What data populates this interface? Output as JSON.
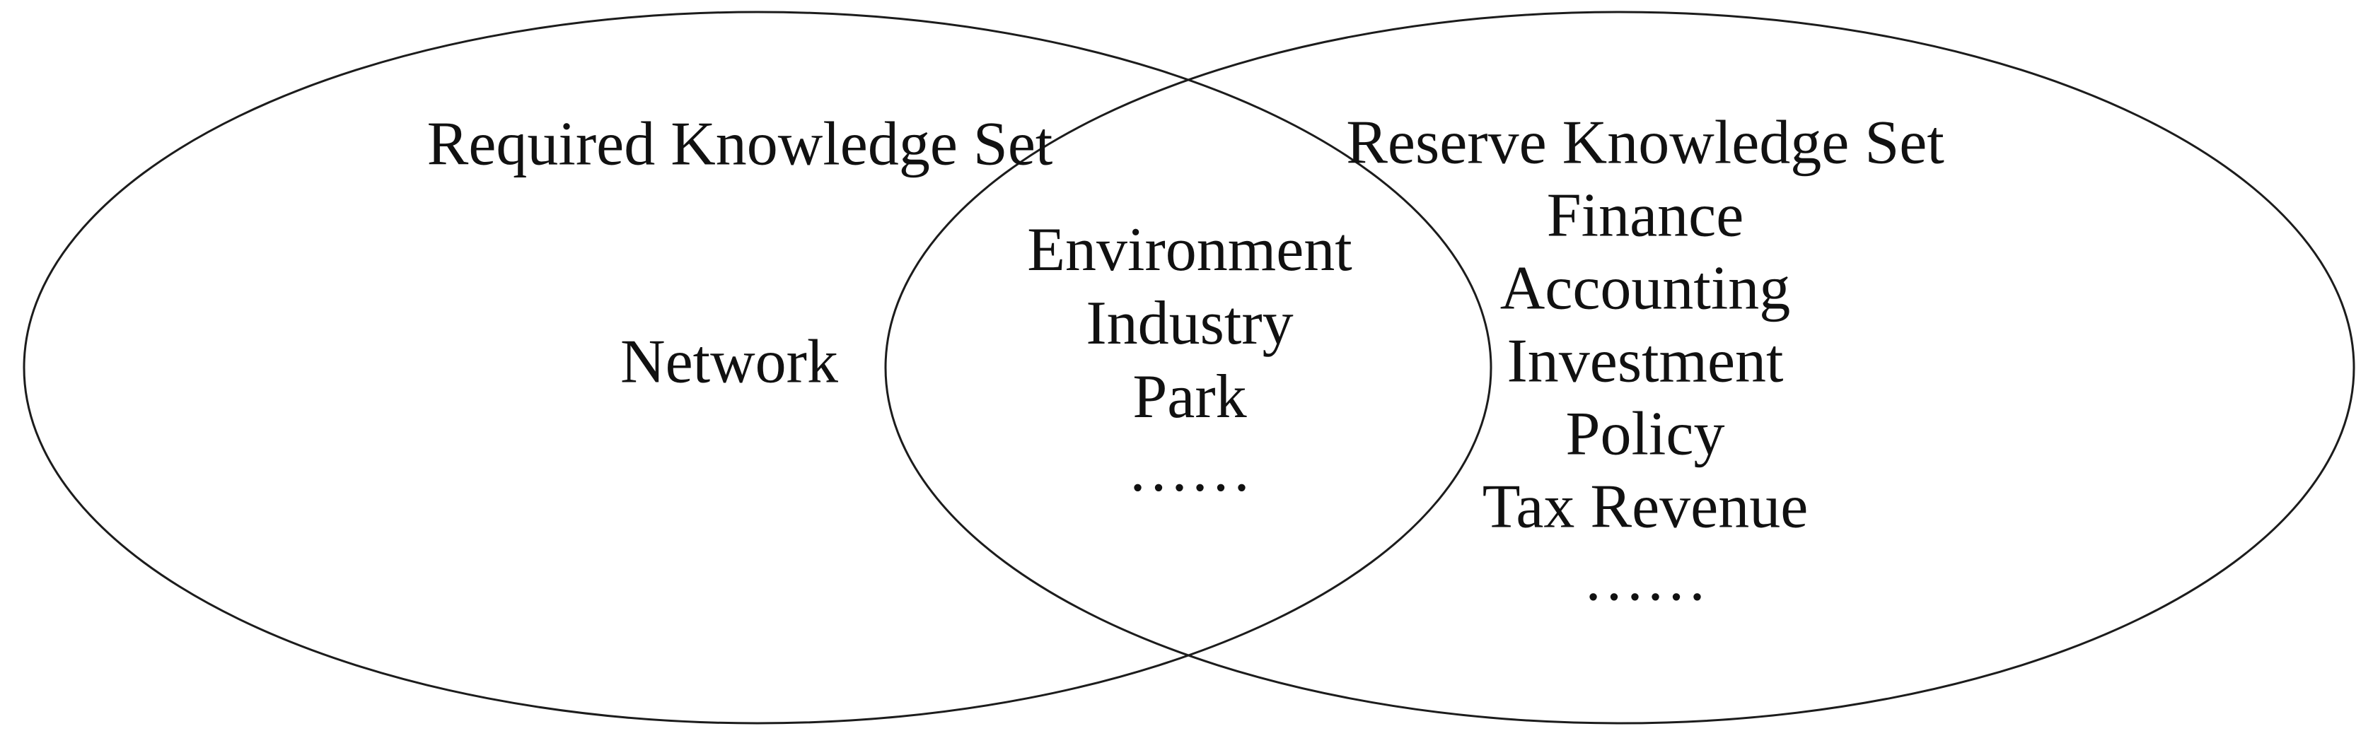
{
  "diagram": {
    "type": "venn",
    "background_color": "#ffffff",
    "outline_color": "#1c1c1c",
    "text_color": "#111111",
    "left_set": {
      "label": "Required Knowledge Set",
      "items": [
        "Network"
      ]
    },
    "intersection": {
      "items": [
        "Environment",
        "Industry",
        "Park",
        "……"
      ]
    },
    "right_set": {
      "label": "Reserve Knowledge Set",
      "items": [
        "Finance",
        "Accounting",
        "Investment",
        "Policy",
        "Tax Revenue",
        "……"
      ]
    }
  }
}
